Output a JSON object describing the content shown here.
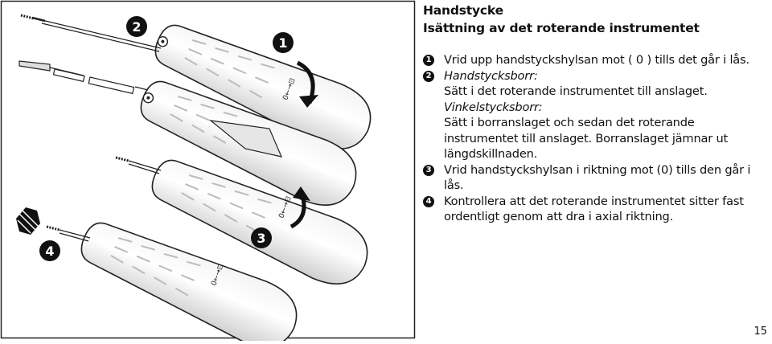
{
  "header": {
    "title": "Handstycke",
    "subtitle": "Isättning av det roterande instrumentet"
  },
  "steps": [
    {
      "num": "1",
      "text": "Vrid upp handstyckshylsan mot ( 0 ) tills det går i lås."
    },
    {
      "num": "2",
      "label": "Handstycksborr:",
      "text": "Sätt i det roterande instrumentet till anslaget.",
      "label2": "Vinkelstycksborr:",
      "text2": "Sätt i borranslaget och sedan det roterande instrumentet till anslaget. Borranslaget jämnar ut längdskillnaden."
    },
    {
      "num": "3",
      "text": "Vrid handstyckshylsan i riktning mot (0) tills den går i lås."
    },
    {
      "num": "4",
      "text": "Kontrollera att det roterande instrumentet sitter fast ordentligt genom att dra i axial riktning."
    }
  ],
  "figure": {
    "callouts": [
      "1",
      "2",
      "3",
      "4"
    ],
    "handpiece_marking": "0←→⊡"
  },
  "page_number": "15"
}
